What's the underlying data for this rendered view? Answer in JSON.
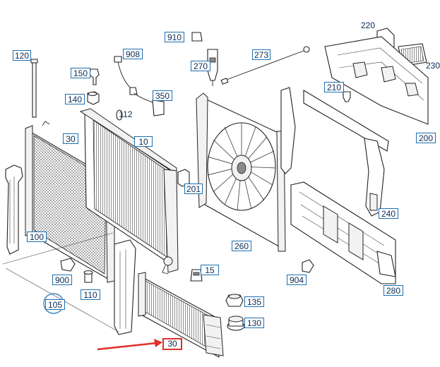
{
  "parts": [
    {
      "id": "p120",
      "label": "120"
    },
    {
      "id": "p150",
      "label": "150"
    },
    {
      "id": "p140",
      "label": "140"
    },
    {
      "id": "p30a",
      "label": "30"
    },
    {
      "id": "p908",
      "label": "908"
    },
    {
      "id": "p910",
      "label": "910"
    },
    {
      "id": "p270",
      "label": "270"
    },
    {
      "id": "p273",
      "label": "273"
    },
    {
      "id": "p220",
      "label": "220"
    },
    {
      "id": "p230",
      "label": "230"
    },
    {
      "id": "p350",
      "label": "350"
    },
    {
      "id": "p112",
      "label": "112"
    },
    {
      "id": "p10",
      "label": "10"
    },
    {
      "id": "p210",
      "label": "210"
    },
    {
      "id": "p200",
      "label": "200"
    },
    {
      "id": "p201",
      "label": "201"
    },
    {
      "id": "p100",
      "label": "100"
    },
    {
      "id": "p240",
      "label": "240"
    },
    {
      "id": "p260",
      "label": "260"
    },
    {
      "id": "p900",
      "label": "900"
    },
    {
      "id": "p110",
      "label": "110"
    },
    {
      "id": "p15",
      "label": "15"
    },
    {
      "id": "p904",
      "label": "904"
    },
    {
      "id": "p105",
      "label": "105"
    },
    {
      "id": "p135",
      "label": "135"
    },
    {
      "id": "p280",
      "label": "280"
    },
    {
      "id": "p130",
      "label": "130"
    },
    {
      "id": "p30b",
      "label": "30"
    }
  ],
  "highlight": {
    "part": "30",
    "color": "#e0302b"
  },
  "colors": {
    "label_border": "#1c6fb0",
    "label_text": "#0a2a55",
    "arrow": "#e0302b"
  }
}
